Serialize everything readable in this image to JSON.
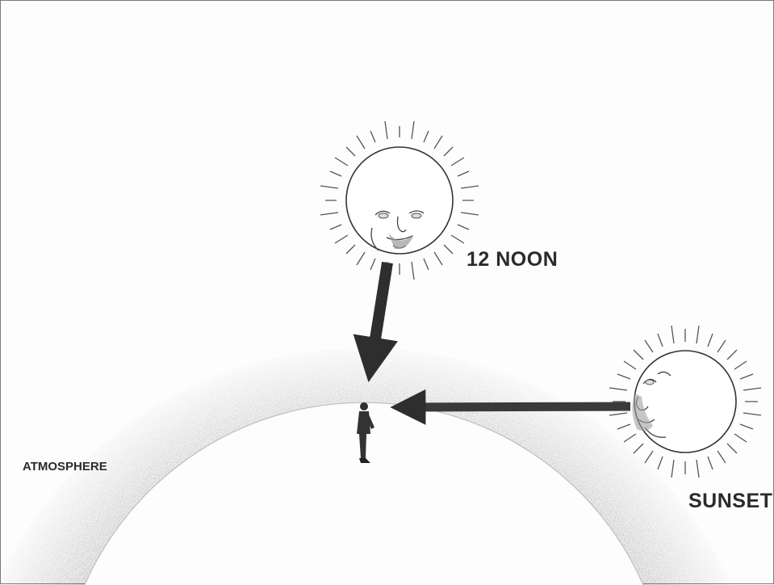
{
  "labels": {
    "noon": "12 NOON",
    "sunset": "SUNSET",
    "atmosphere": "ATMOSPHERE"
  },
  "colors": {
    "ink": "#2b2b2b",
    "atmosphere_stipple": "#3a3a3a",
    "paper": "#fdfdfd"
  },
  "icons": [
    "noon-sun-face-icon",
    "sunset-sun-face-icon",
    "observer-figure-icon",
    "noon-light-arrow-icon",
    "sunset-light-arrow-icon"
  ]
}
